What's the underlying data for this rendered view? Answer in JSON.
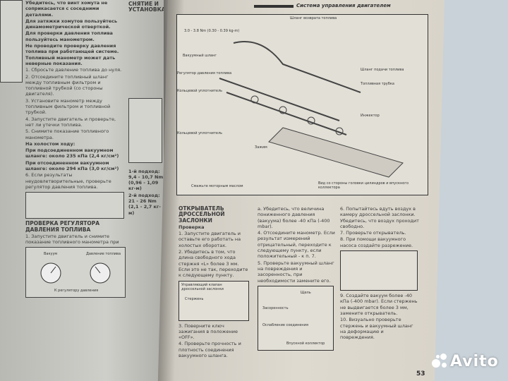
{
  "header": {
    "section_title": "Система управления двигателем",
    "page_number": "53"
  },
  "watermark": {
    "text": "Avito"
  },
  "left_page": {
    "notes": [
      "Убедитесь, что винт хомута не соприкасается с соседними деталями.",
      "Для затяжки хомутов пользуйтесь динамометрической отверткой.",
      "Для проверки давления топлива пользуйтесь манометром.",
      "Не проводите проверку давления топлива при работающей системе. Топливный манометр может дать неверные показания."
    ],
    "steps": [
      "1. Сбросьте давление топлива до нуля.",
      "2. Отсоедините топливный шланг между топливным фильтром и топливной трубкой (со стороны двигателя).",
      "3. Установите манометр между топливным фильтром и топливной трубкой.",
      "4. Запустите двигатель и проверьте, нет ли утечки топлива.",
      "5. Снимите показание топливного манометра."
    ],
    "idle_heading": "На холостом ходу:",
    "idle_values": [
      "При подсоединенном вакуумном шланге: около 235 кПа (2,4 кг/см²)",
      "При отсоединенном вакуумном шланге: около 294 кПа (3,0 кг/см²)"
    ],
    "step6": "6. Если результаты неудовлетворительные, проверьте регулятор давления топлива.",
    "section2_title": "Проверка регулятора давления топлива",
    "section2_steps": [
      "1. Запустите двигатель и снимите показание топливного манометра при"
    ],
    "diagram_labels": [
      "Вакуум",
      "Давление топлива",
      "К регулятору давления"
    ],
    "side_title": "Снятие и установка",
    "torque": [
      "1-й подход: 9,4 - 10,7 Nm (0,96 - 1,09 кг-м)",
      "2-й подход: 21 - 26 Nm (2,1 - 2,7 кг-м)"
    ]
  },
  "right_page": {
    "diagram_labels": [
      "3.0 - 3.8 Nm (0.30 - 0.39 kg-m)",
      "Шланг возврата топлива",
      "Вакуумный шланг",
      "Регулятор давления топлива",
      "Кольцевой уплотнитель",
      "Топливная трубка",
      "Шланг подачи топлива",
      "Инжектор",
      "Зажим",
      "Кольцевой уплотнитель",
      "Вид со стороны головки цилиндров и впускного коллектора",
      "Смажьте моторным маслом"
    ],
    "section_title": "Открыватель дроссельной заслонки",
    "subsection": "Проверка",
    "col1": [
      "1. Запустите двигатель и оставьте его работать на холостых оборотах.",
      "2. Убедитесь в том, что длина свободного хода стержня «L» более 3 мм. Если это не так, переходите к следующему пункту."
    ],
    "col2": [
      "a. Убедитесь, что величина пониженного давления (вакуума) более -40 кПа (-400 mbar).",
      "4. Отсоедините манометр. Если результат измерений отрицательный, переходите к следующему пункту, если положительный - к п. 7.",
      "5. Проверьте вакуумный шланг на повреждения и засоренность, при необходимости замените его."
    ],
    "col3": [
      "6. Попытайтесь вдуть воздух в камеру дроссельной заслонки. Убедитесь, что воздух проходит свободно.",
      "7. Проверьте открыватель.",
      "8. При помощи вакуумного насоса создайте разрежение.",
      "9. Создайте вакуум более -40 кПа (-400 mbar). Если стержень не выдвигается более 3 мм, замените открыватель.",
      "10. Визуально проверьте стержень и вакуумный шланг на деформацию и повреждения."
    ],
    "fig_labels": [
      "Управляющий клапан дроссельной заслонки",
      "Стержень",
      "Щель",
      "Засоренность",
      "Ослабление соединения",
      "Впускной коллектор"
    ],
    "bottom_steps": [
      "3. Поверните ключ зажигания в положение «OFF».",
      "4. Проверьте прочность и плотность соединения вакуумного шланга."
    ]
  }
}
